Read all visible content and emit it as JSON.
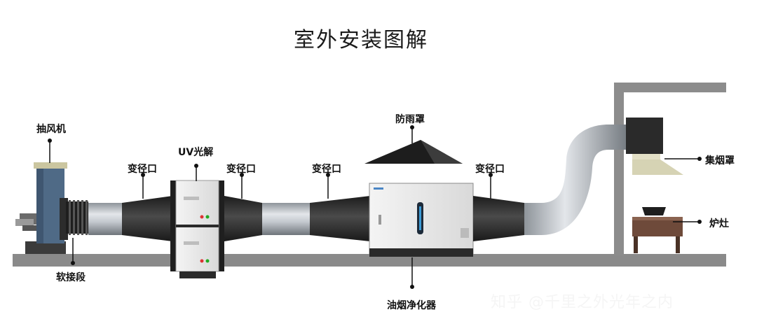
{
  "title": "室外安装图解",
  "labels": {
    "fan": "抽风机",
    "soft_joint": "软接段",
    "reducer_1": "变径口",
    "uv": "UV光解",
    "reducer_2": "变径口",
    "reducer_3": "变径口",
    "rain_cover": "防雨罩",
    "purifier": "油烟净化器",
    "reducer_4": "变径口",
    "hood": "集烟罩",
    "stove": "炉灶"
  },
  "watermark": "知乎 @千里之外光年之内",
  "colors": {
    "ground": "#8a8a8a",
    "duct_dark": "#2f2f2f",
    "duct_steel": "#b9bec4",
    "wall": "#8c8c8c",
    "fan_blue": "#4f6a86",
    "hood_yellow": "#d6d3b4",
    "stove_brown": "#6e4a3a"
  }
}
